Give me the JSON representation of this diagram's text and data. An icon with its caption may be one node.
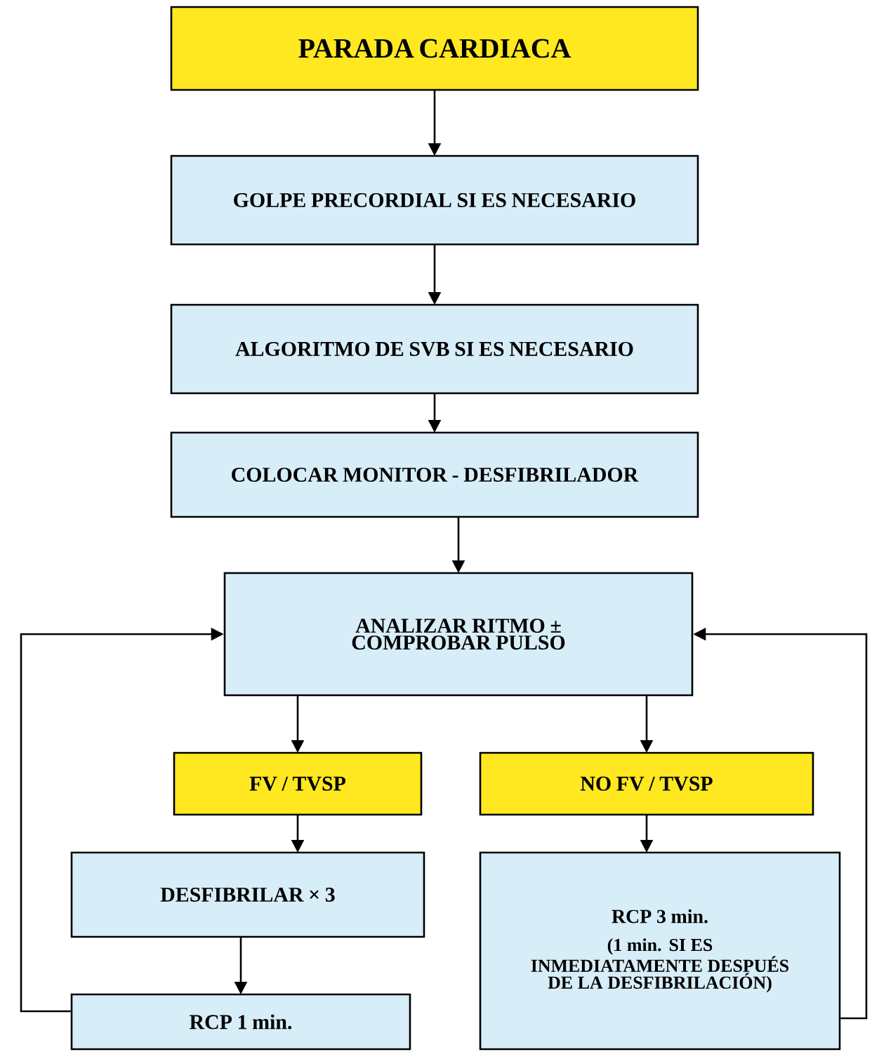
{
  "diagram": {
    "nodes": [
      {
        "text": [
          "PARADA CARDIACA"
        ]
      },
      {
        "text": [
          "GOLPE PRECORDIAL SI ES NECESARIO"
        ]
      },
      {
        "text": [
          "ALGORITMO DE SVB SI ES NECESARIO"
        ]
      },
      {
        "text": [
          "COLOCAR MONITOR - DESFIBRILADOR"
        ]
      },
      {
        "text": [
          "ANALIZAR RITMO ± COMPROBAR PULSO"
        ]
      },
      {
        "text": [
          "FV / TVSP"
        ]
      },
      {
        "text": [
          "NO FV / TVSP"
        ]
      },
      {
        "text": [
          "DESFIBRILAR × 3"
        ]
      },
      {
        "text": [
          "RCP 1 min."
        ]
      },
      {
        "text": [
          "RCP 3 min.",
          "(1 min. SI ES INMEDIATAMENTE DESPUÉS DE LA DESFIBRILACIÓN)"
        ]
      }
    ],
    "edges": [
      {
        "from": 0,
        "to": 1,
        "arrow": "to"
      },
      {
        "from": 1,
        "to": 2,
        "arrow": "to"
      },
      {
        "from": 2,
        "to": 3,
        "arrow": "to"
      },
      {
        "from": 3,
        "to": 4,
        "arrow": "to"
      },
      {
        "from": 4,
        "to": 5,
        "arrow": "to"
      },
      {
        "from": 4,
        "to": 6,
        "arrow": "to"
      },
      {
        "from": 5,
        "to": 7,
        "arrow": "to"
      },
      {
        "from": 6,
        "to": 9,
        "arrow": "to"
      },
      {
        "from": 7,
        "to": 8,
        "arrow": "to"
      },
      {
        "from": 8,
        "to": 4,
        "arrow": "to"
      },
      {
        "from": 9,
        "to": 4,
        "arrow": "to"
      }
    ]
  }
}
